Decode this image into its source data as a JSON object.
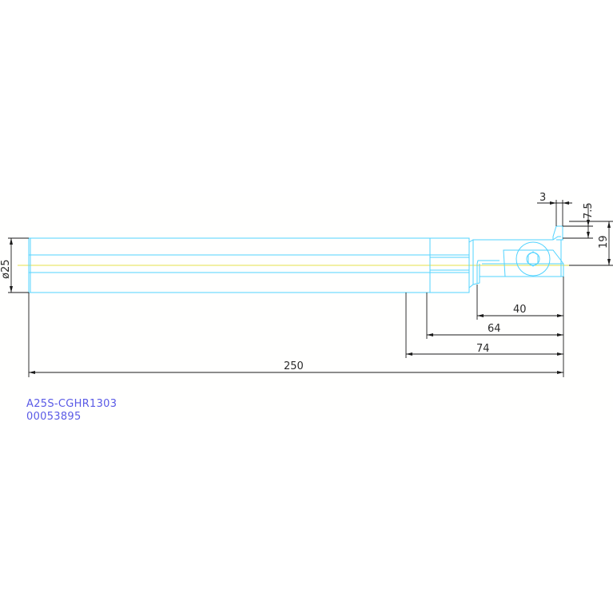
{
  "drawing": {
    "part_number": "A25S-CGHR1303",
    "code": "00053895",
    "dimensions": {
      "diameter": "ø25",
      "overall_length": "250",
      "length_74": "74",
      "length_64": "64",
      "length_40": "40",
      "width_3": "3",
      "height_7_5": "7.5",
      "height_19": "19"
    },
    "colors": {
      "outline": "#52d3ff",
      "dimension": "#1a1a1a",
      "centerline": "#e6e14a",
      "label": "#5a5ae6"
    }
  }
}
